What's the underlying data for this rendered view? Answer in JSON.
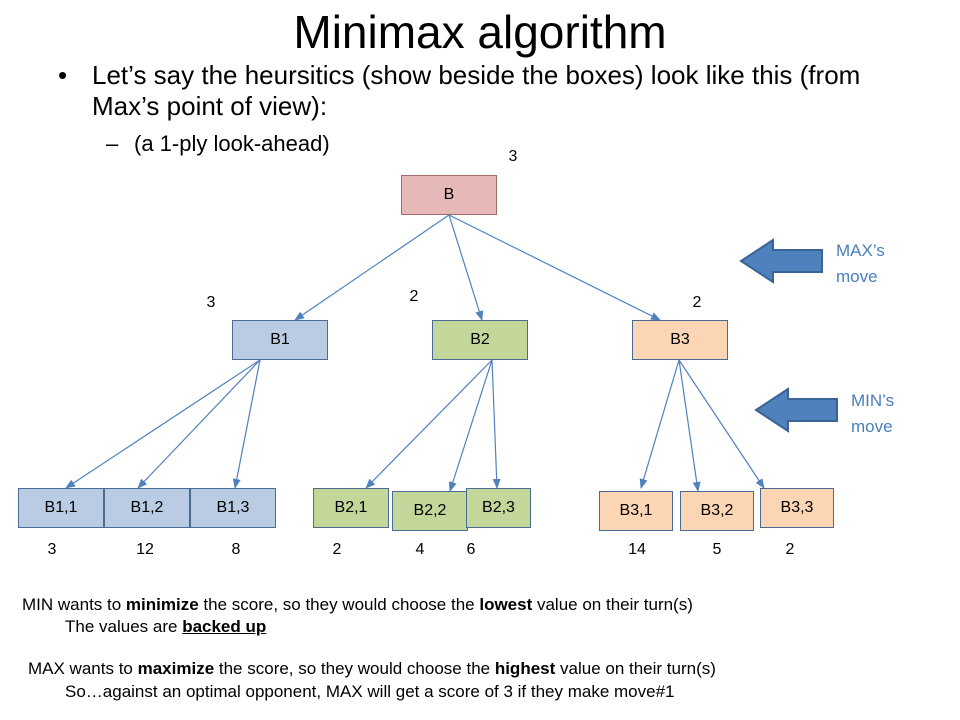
{
  "title": "Minimax algorithm",
  "bullet": "Let’s say the heursitics (show beside the boxes) look like this (from Max’s point of view):",
  "sub_bullet": "(a 1-ply look-ahead)",
  "bullet_marker": "•",
  "sub_marker": "–",
  "colors": {
    "root": "#e6b9b8",
    "branch1": "#b9cce4",
    "branch2": "#c4d79b",
    "branch3": "#fcd5b4",
    "edge": "#4f81bd",
    "arrow": "#4f81bd",
    "side_text": "#4a7ebb"
  },
  "tree": {
    "root": {
      "label": "B",
      "value": "3"
    },
    "children": [
      {
        "label": "B1",
        "value": "3",
        "children": [
          {
            "label": "B1,1",
            "value": "3"
          },
          {
            "label": "B1,2",
            "value": "12"
          },
          {
            "label": "B1,3",
            "value": "8"
          }
        ]
      },
      {
        "label": "B2",
        "value": "2",
        "children": [
          {
            "label": "B2,1",
            "value": "2"
          },
          {
            "label": "B2,2",
            "value": "4"
          },
          {
            "label": "B2,3",
            "value": "6"
          }
        ]
      },
      {
        "label": "B3",
        "value": "2",
        "children": [
          {
            "label": "B3,1",
            "value": "14"
          },
          {
            "label": "B3,2",
            "value": "5"
          },
          {
            "label": "B3,3",
            "value": "2"
          }
        ]
      }
    ]
  },
  "max_move": {
    "line1": "MAX’s",
    "line2": "move",
    "icon": "left-arrow-icon"
  },
  "min_move": {
    "line1": "MIN’s",
    "line2": "move",
    "icon": "left-arrow-icon"
  },
  "notes": {
    "min_a": "MIN wants to ",
    "min_b": "minimize",
    "min_c": " the score, so they would choose the ",
    "min_d": "lowest",
    "min_e": " value on their turn(s)",
    "backed_a": "The values are ",
    "backed_b": "backed up",
    "max_a": "MAX wants to ",
    "max_b": "maximize",
    "max_c": " the score, so they would choose the ",
    "max_d": "highest",
    "max_e": " value on their turn(s)",
    "conclusion": "So…against an optimal opponent, MAX will get a score of 3 if they make move#1"
  }
}
